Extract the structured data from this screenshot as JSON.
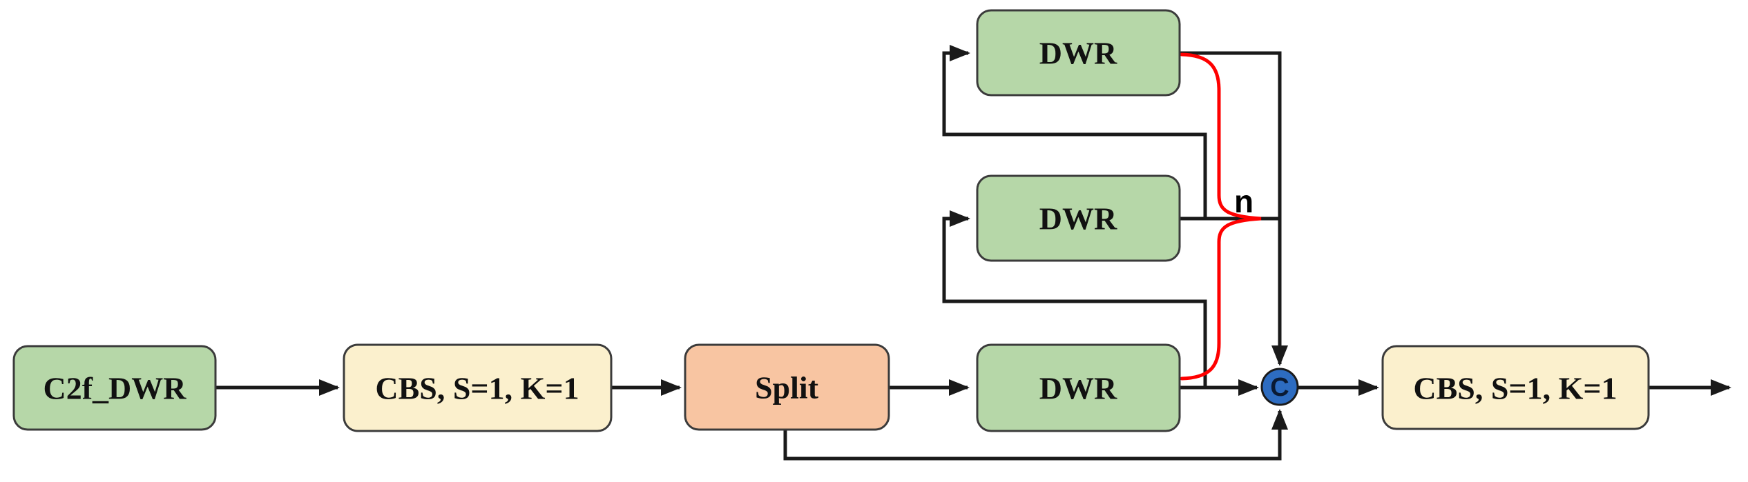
{
  "figure": {
    "nodes": {
      "input": {
        "label": "C2f_DWR",
        "fill": "#b6d7a8"
      },
      "cbs_in": {
        "label": "CBS, S=1, K=1",
        "fill": "#fbf0cd"
      },
      "split": {
        "label": "Split",
        "fill": "#f8c5a2"
      },
      "dwr_top": {
        "label": "DWR",
        "fill": "#b6d7a8"
      },
      "dwr_mid": {
        "label": "DWR",
        "fill": "#b6d7a8"
      },
      "dwr_bot": {
        "label": "DWR",
        "fill": "#b6d7a8"
      },
      "concat": {
        "label": "C",
        "fill": "#2d6cc1"
      },
      "cbs_out": {
        "label": "CBS, S=1, K=1",
        "fill": "#fbf0cd"
      }
    },
    "annotations": {
      "repeat_label": "n",
      "brace_color": "#ff0000"
    },
    "colors": {
      "edge": "#1a1a1a",
      "box_border": "#3b3b3b",
      "background": "#ffffff"
    }
  }
}
